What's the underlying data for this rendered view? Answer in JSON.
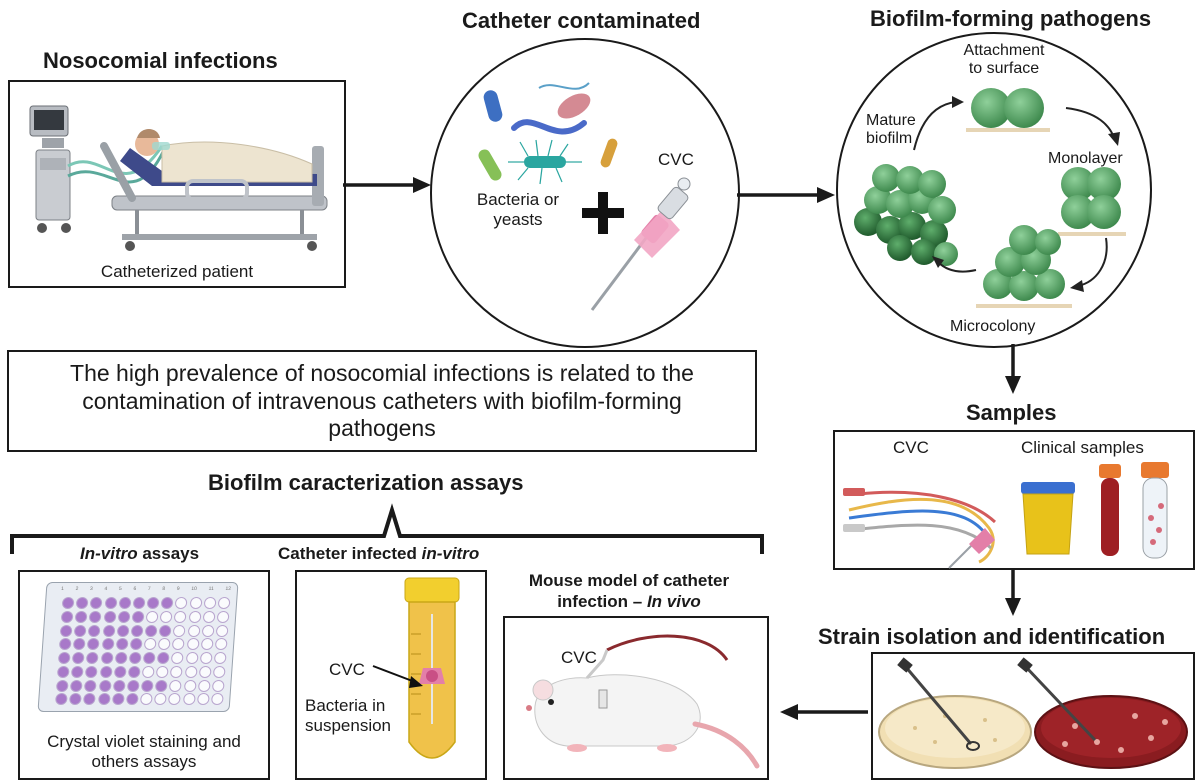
{
  "panels": {
    "nosocomial": {
      "title": "Nosocomial infections",
      "caption": "Catheterized patient"
    },
    "contaminated": {
      "title": "Catheter contaminated",
      "microbes_label_1": "Bacteria or",
      "microbes_label_2": "yeasts",
      "cvc_label": "CVC"
    },
    "biofilm": {
      "title": "Biofilm-forming pathogens",
      "stage_attach_1": "Attachment",
      "stage_attach_2": "to surface",
      "stage_monolayer": "Monolayer",
      "stage_microcolony": "Microcolony",
      "stage_mature_1": "Mature",
      "stage_mature_2": "biofilm"
    },
    "statement": {
      "line1": "The high prevalence of nosocomial infections is related to the",
      "line2": "contamination of intravenous catheters with biofilm-forming",
      "line3": "pathogens"
    },
    "samples": {
      "title": "Samples",
      "cvc_label": "CVC",
      "clinical_label": "Clinical samples"
    },
    "strain": {
      "title": "Strain isolation and identification"
    },
    "assays": {
      "title": "Biofilm caracterization assays",
      "invitro_title_italic": "In-vitro",
      "invitro_title_rest": " assays",
      "invitro_caption_1": "Crystal violet staining and",
      "invitro_caption_2": "others assays",
      "catheter_title_rest": "Catheter infected ",
      "catheter_title_italic": "in-vitro",
      "catheter_cvc": "CVC",
      "catheter_bact_1": "Bacteria in",
      "catheter_bact_2": "suspension",
      "mouse_title_1": "Mouse model of catheter",
      "mouse_title_2_rest": "infection – ",
      "mouse_title_2_italic": "In vivo",
      "mouse_cvc": "CVC"
    }
  },
  "plate": {
    "column_numbers": [
      "1",
      "2",
      "3",
      "4",
      "5",
      "6",
      "7",
      "8",
      "9",
      "10",
      "11",
      "12"
    ]
  },
  "colors": {
    "biofilm_green": "#4f9a5e",
    "biofilm_dark": "#2f6b3a",
    "plate_purple": "#a879c9",
    "urine_yellow": "#e8c21a",
    "blood_red": "#9e1f23",
    "agar_red": "#8a1c20",
    "agar_cream": "#f1dfb3",
    "catheter_pink": "#e37fa8"
  }
}
